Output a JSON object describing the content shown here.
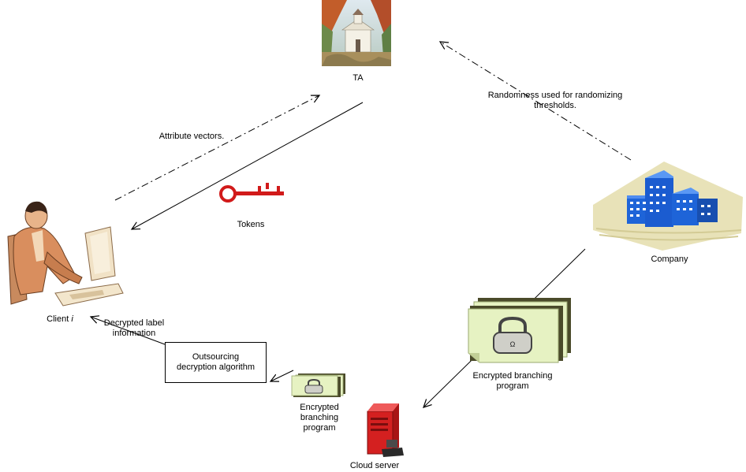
{
  "diagram": {
    "ta_label": "TA",
    "attribute_vectors_label": "Attribute vectors.",
    "randomness_label": "Randomness used for randomizing\nthresholds.",
    "tokens_label": "Tokens",
    "company_label": "Company",
    "client_label_prefix": "Client ",
    "client_label_var": "i",
    "decrypted_label": "Decrypted label\ninformation",
    "outsourcing_box_label": "Outsourcing\ndecryption algorithm",
    "encrypted_program_right_label": "Encrypted branching\nprogram",
    "encrypted_program_small_label": "Encrypted\nbranching\nprogram",
    "cloud_server_label": "Cloud server"
  },
  "colors": {
    "token_red": "#d11a1a",
    "document_green": "#e6f2c2",
    "building_blue": "#1e64d8",
    "server_red": "#d42020",
    "client_skin": "#d98e5e",
    "company_ground": "#e8e2b8"
  },
  "icons": [
    "ta-building-image",
    "client-at-computer-image",
    "company-buildings-image",
    "key-icon",
    "lock-icon",
    "cloud-server-icon"
  ]
}
